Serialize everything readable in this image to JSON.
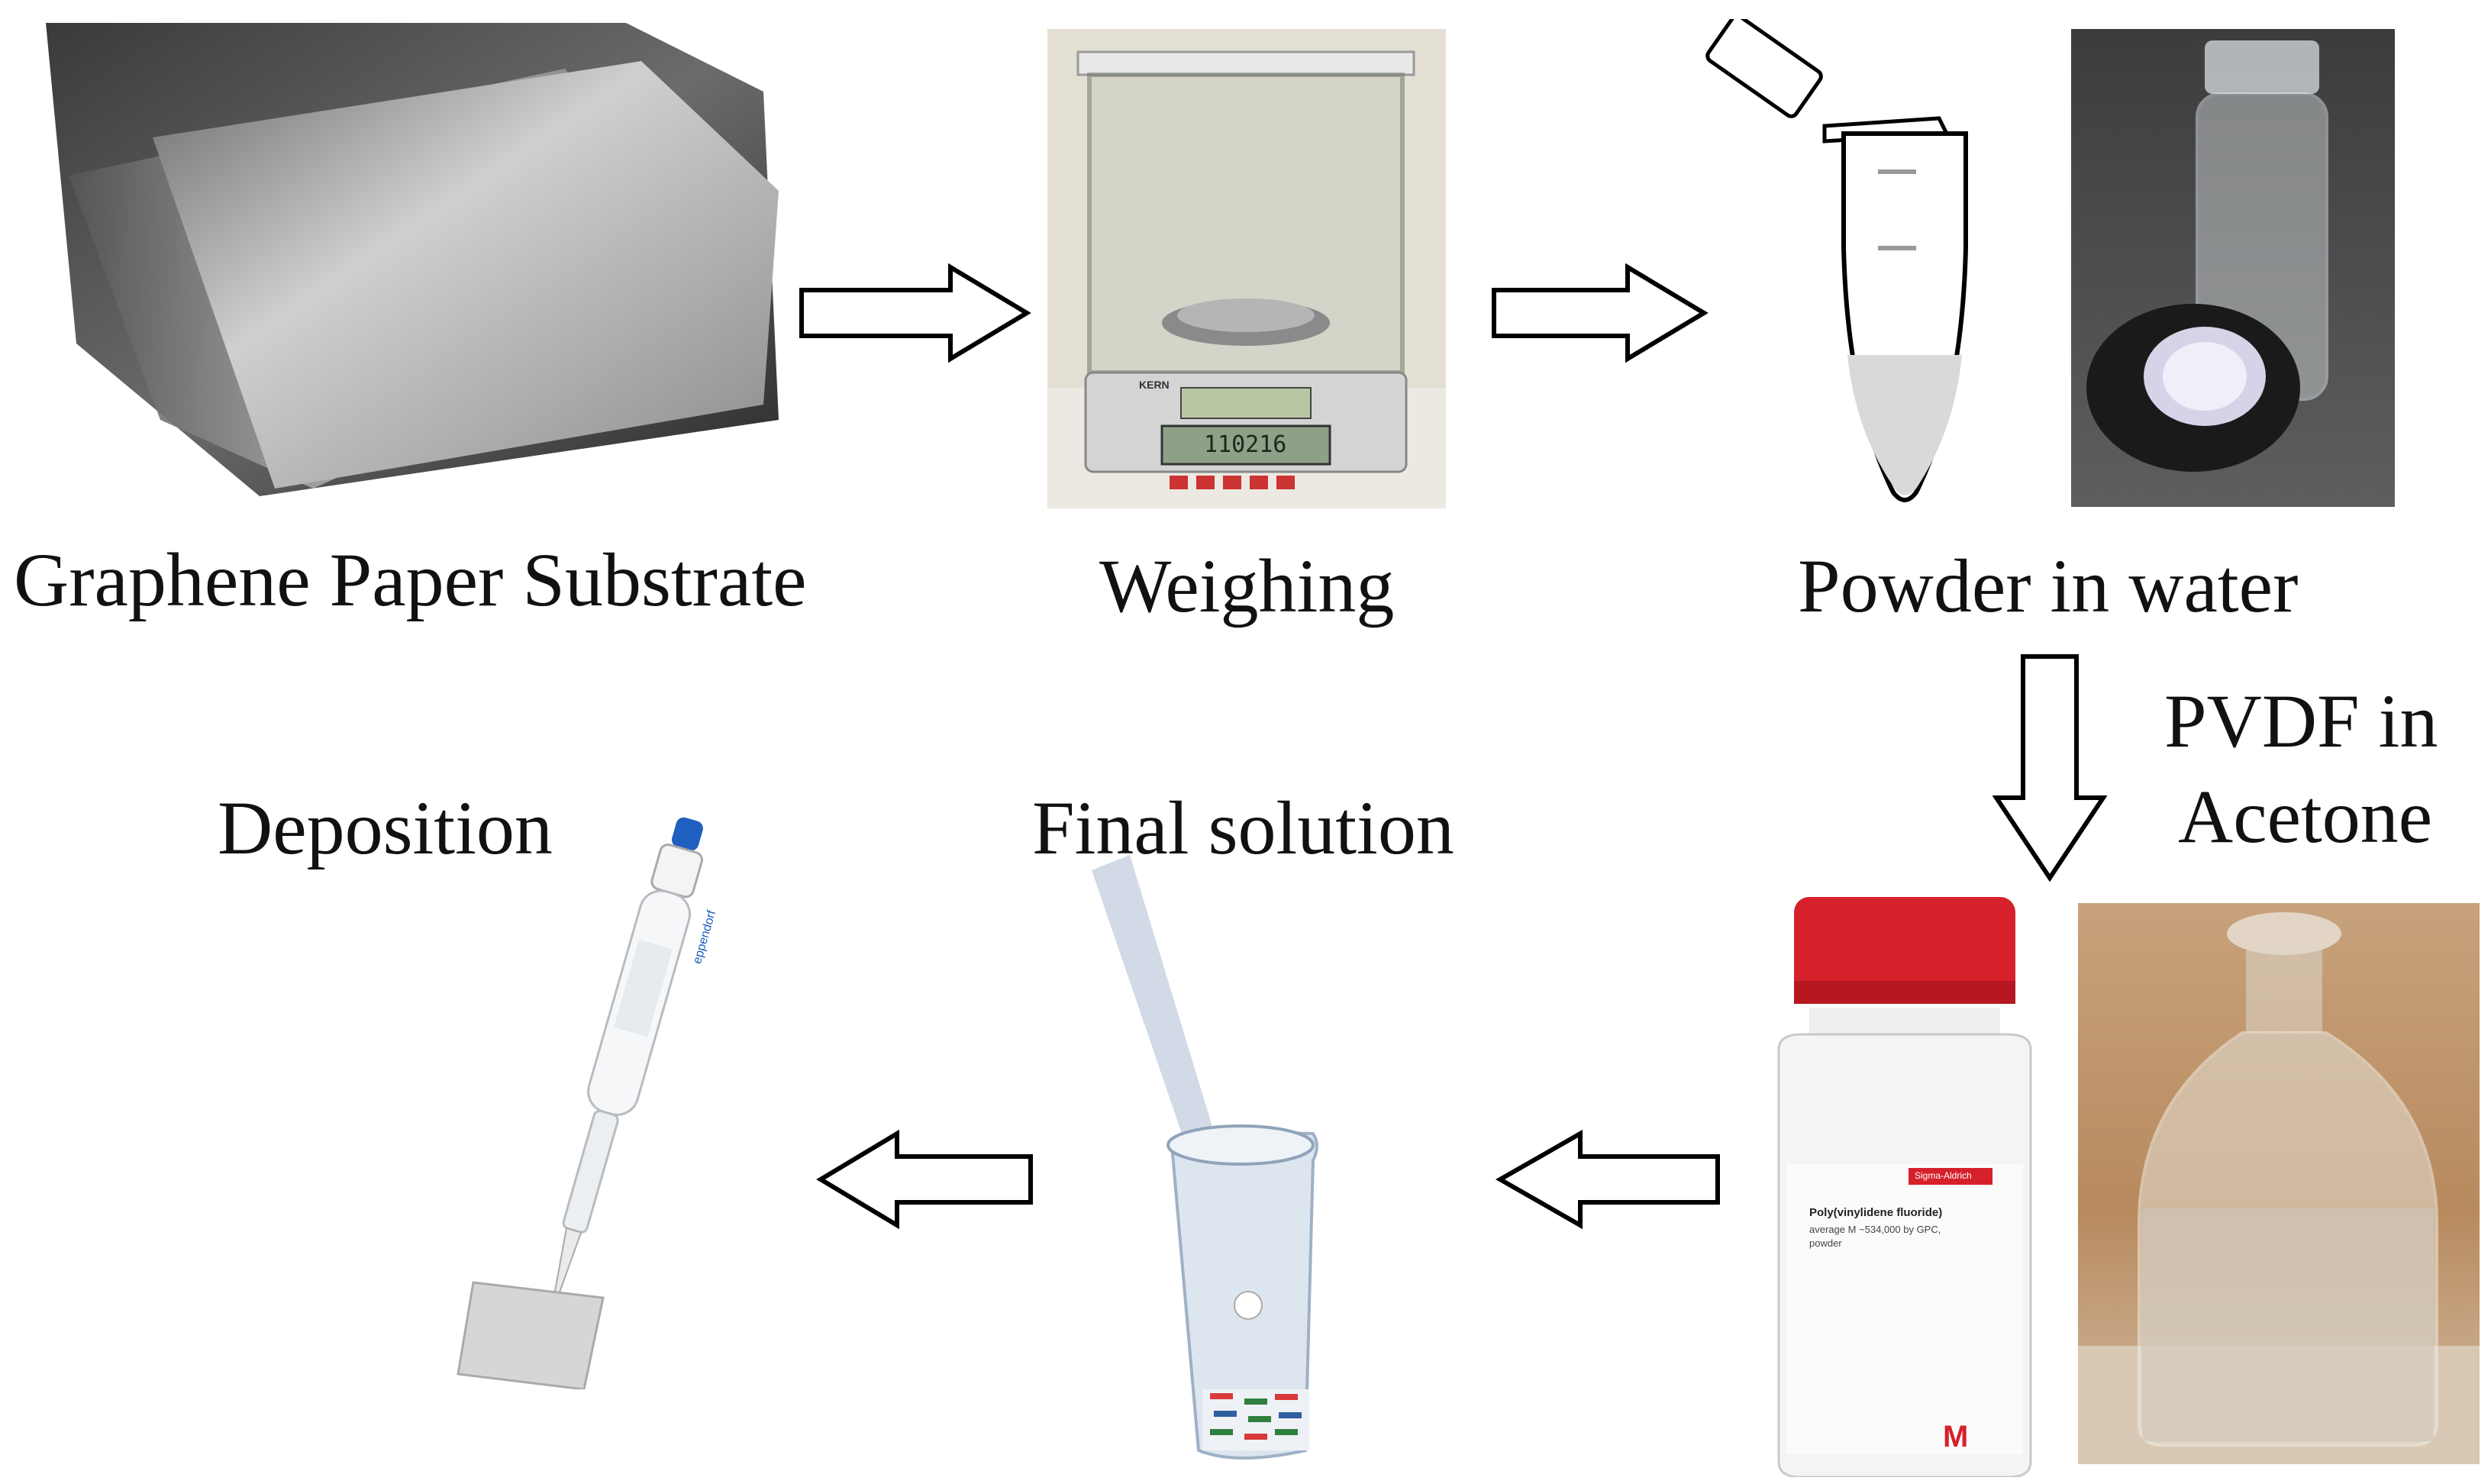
{
  "steps": {
    "graphene_paper": "Graphene Paper Substrate",
    "weighing": "Weighing",
    "powder_in_water": "Powder in water",
    "pvdf_line1": "PVDF in",
    "pvdf_line2": "Acetone",
    "final_solution": "Final solution",
    "deposition": "Deposition"
  },
  "photo_text": {
    "balance_brand": "KERN",
    "balance_display": "110216",
    "bottle_brand": "Sigma-Aldrich",
    "bottle_product": "Poly(vinylidene fluoride)",
    "bottle_desc1": "average M  ~534,000 by GPC,",
    "bottle_desc2": "powder",
    "pipette_brand": "eppendorf"
  },
  "arrows": [
    "right",
    "right",
    "down",
    "left",
    "left"
  ],
  "colors": {
    "arrow_stroke": "#000000",
    "arrow_fill": "#ffffff",
    "cap_red": "#d6202c",
    "pipette_blue": "#1e5fbf"
  }
}
